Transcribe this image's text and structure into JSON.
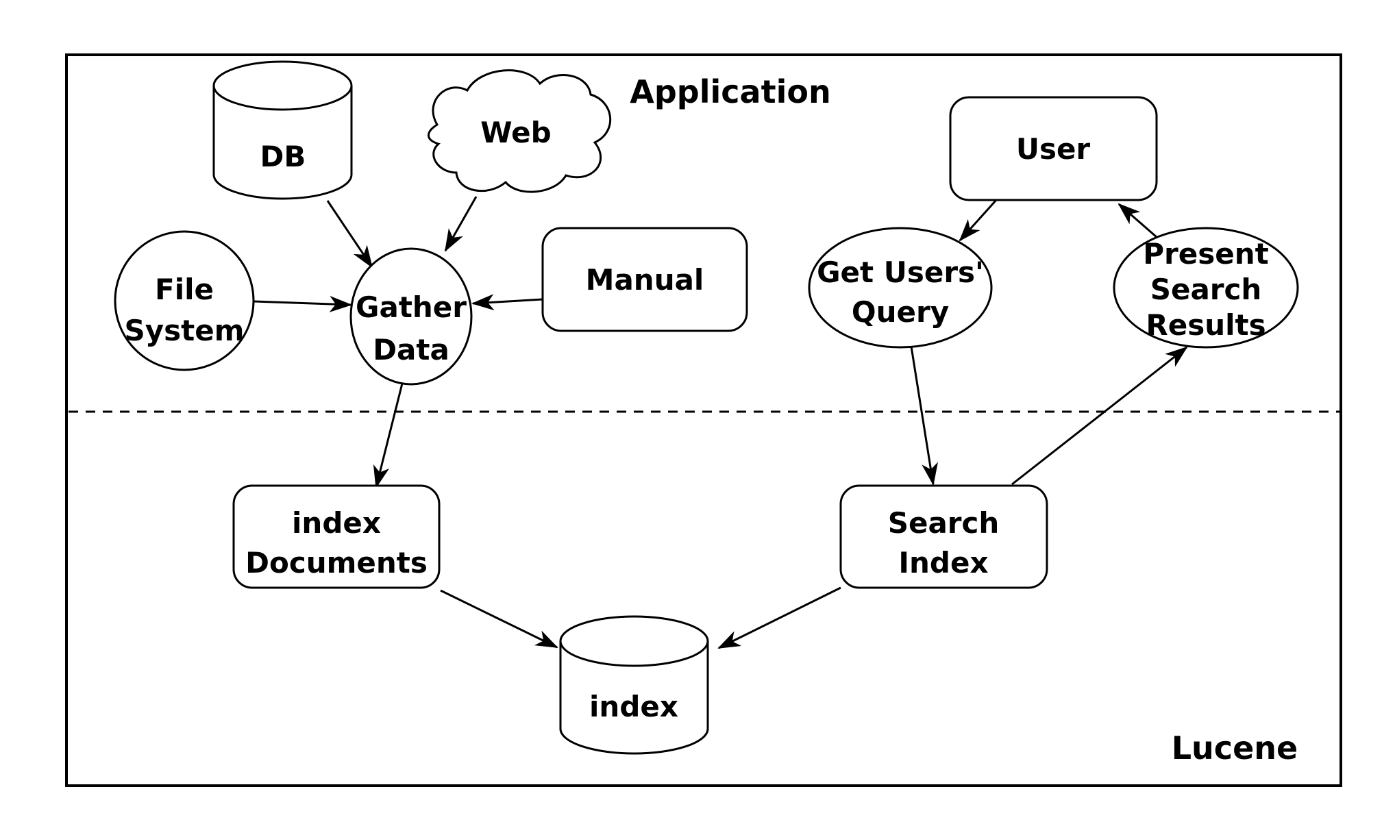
{
  "diagram": {
    "description": "Lucene indexing and search architecture sketch",
    "colors": {
      "stroke": "#000000",
      "fill": "#ffffff",
      "background": "#ffffff"
    },
    "regions": {
      "application": "Application",
      "lucene": "Lucene"
    },
    "nodes": {
      "db": {
        "shape": "cylinder",
        "label": "DB"
      },
      "web": {
        "shape": "cloud",
        "label": "Web"
      },
      "file_system": {
        "shape": "ellipse",
        "line1": "File",
        "line2": "System"
      },
      "gather_data": {
        "shape": "ellipse",
        "line1": "Gather",
        "line2": "Data"
      },
      "manual": {
        "shape": "rounded-rect",
        "label": "Manual"
      },
      "user": {
        "shape": "rounded-rect",
        "label": "User"
      },
      "get_users_query": {
        "shape": "ellipse",
        "line1": "Get Users'",
        "line2": "Query"
      },
      "present_search_results": {
        "shape": "ellipse",
        "line1": "Present",
        "line2": "Search",
        "line3": "Results"
      },
      "index_documents": {
        "shape": "rounded-rect",
        "line1": "index",
        "line2": "Documents"
      },
      "search_index": {
        "shape": "rounded-rect",
        "line1": "Search",
        "line2": "Index"
      },
      "index_store": {
        "shape": "cylinder",
        "label": "index"
      }
    },
    "edges": [
      {
        "from": "db",
        "to": "gather_data"
      },
      {
        "from": "web",
        "to": "gather_data"
      },
      {
        "from": "file_system",
        "to": "gather_data"
      },
      {
        "from": "manual",
        "to": "gather_data"
      },
      {
        "from": "gather_data",
        "to": "index_documents"
      },
      {
        "from": "index_documents",
        "to": "index_store"
      },
      {
        "from": "search_index",
        "to": "index_store"
      },
      {
        "from": "user",
        "to": "get_users_query"
      },
      {
        "from": "get_users_query",
        "to": "search_index"
      },
      {
        "from": "search_index",
        "to": "present_search_results"
      },
      {
        "from": "present_search_results",
        "to": "user"
      }
    ]
  }
}
